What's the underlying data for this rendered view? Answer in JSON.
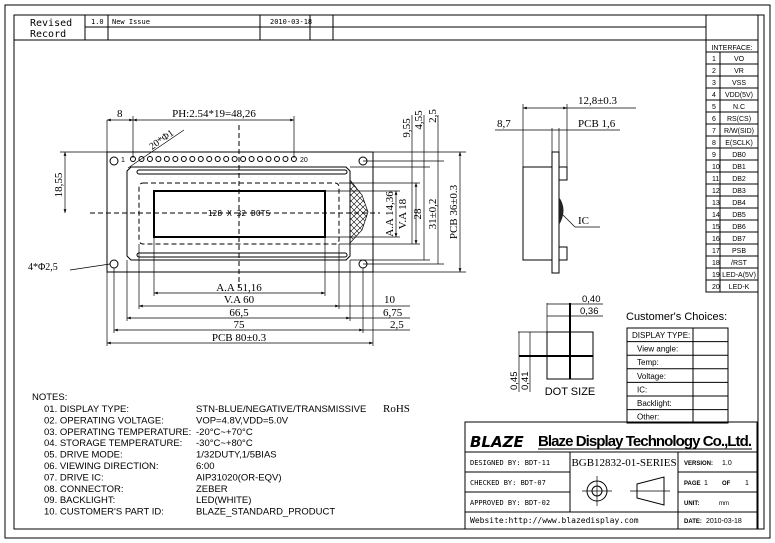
{
  "revision": {
    "label_line1": "Revised",
    "label_line2": "Record",
    "version": "1.0",
    "description": "New Issue",
    "date": "2010-03-18"
  },
  "interface": {
    "title": "INTERFACE:",
    "pins": [
      {
        "no": "1",
        "name": "VO"
      },
      {
        "no": "2",
        "name": "VR"
      },
      {
        "no": "3",
        "name": "VSS"
      },
      {
        "no": "4",
        "name": "VDD(5V)"
      },
      {
        "no": "5",
        "name": "N.C"
      },
      {
        "no": "6",
        "name": "RS(CS)"
      },
      {
        "no": "7",
        "name": "R/W(SID)"
      },
      {
        "no": "8",
        "name": "E(SCLK)"
      },
      {
        "no": "9",
        "name": "DB0"
      },
      {
        "no": "10",
        "name": "DB1"
      },
      {
        "no": "11",
        "name": "DB2"
      },
      {
        "no": "12",
        "name": "DB3"
      },
      {
        "no": "13",
        "name": "DB4"
      },
      {
        "no": "14",
        "name": "DB5"
      },
      {
        "no": "15",
        "name": "DB6"
      },
      {
        "no": "16",
        "name": "DB7"
      },
      {
        "no": "17",
        "name": "PSB"
      },
      {
        "no": "18",
        "name": "/RST"
      },
      {
        "no": "19",
        "name": "LED-A(5V)"
      },
      {
        "no": "20",
        "name": "LED-K"
      }
    ]
  },
  "front_view": {
    "display_label": "128 X 32 DOTS",
    "pin_first": "1",
    "pin_last": "20",
    "dims": {
      "left_margin": "8",
      "pitch": "PH:2.54*19=48,26",
      "pin_holes": "20*Φ1",
      "mount_holes": "4*Φ2,5",
      "left_height": "18,55",
      "aa_w": "A.A 51,16",
      "va_w": "V.A 60",
      "w_66": "66,5",
      "w_75": "75",
      "pcb_w": "PCB 80±0.3",
      "r10": "10",
      "r675": "6,75",
      "r25": "2,5",
      "v955": "9,55",
      "v455": "4,55",
      "v25": "2,5",
      "aa_h": "A.A 14,36",
      "va_h": "V.A 18",
      "h28": "28",
      "h31": "31±0,2",
      "pcb_h": "PCB 36±0.3"
    }
  },
  "side_view": {
    "depth": "12,8±0.3",
    "body": "8,7",
    "pcb": "PCB 1,6",
    "ic": "IC"
  },
  "dot_size": {
    "title": "DOT SIZE",
    "w1": "0,40",
    "w2": "0,36",
    "h1": "0,45",
    "h2": "0,41"
  },
  "customer": {
    "title": "Customer's  Choices:",
    "rows": [
      "DISPLAY TYPE:",
      "View angle:",
      "Temp:",
      "Voltage:",
      "IC:",
      "Backlight:",
      "Other:"
    ]
  },
  "notes": {
    "title": "NOTES:",
    "items": [
      {
        "label": "01. DISPLAY TYPE:",
        "value": "STN-BLUE/NEGATIVE/TRANSMISSIVE",
        "extra": "RoHS"
      },
      {
        "label": "02. OPERATING VOLTAGE:",
        "value": "VOP=4.8V,VDD=5.0V"
      },
      {
        "label": "03. OPERATING TEMPERATURE:",
        "value": "-20°C~+70°C"
      },
      {
        "label": "04. STORAGE TEMPERATURE:",
        "value": "-30°C~+80°C"
      },
      {
        "label": "05. DRIVE MODE:",
        "value": "1/32DUTY,1/5BIAS"
      },
      {
        "label": "06. VIEWING DIRECTION:",
        "value": "6:00"
      },
      {
        "label": "07. DRIVE IC:",
        "value": "AIP31020(OR-EQV)"
      },
      {
        "label": "08. CONNECTOR:",
        "value": "ZEBER"
      },
      {
        "label": "09. BACKLIGHT:",
        "value": "LED(WHITE)"
      },
      {
        "label": "10. CUSTOMER'S PART ID:",
        "value": "BLAZE_STANDARD_PRODUCT"
      }
    ]
  },
  "title_block": {
    "logo": "BLAZE",
    "company": "Blaze Display Technology Co.,Ltd.",
    "designed": "DESIGNED  BY:  BDT-11",
    "checked": "CHECKED  BY:  BDT-07",
    "approved": "APPROVED  BY: BDT-02",
    "part_no": "BGB12832-01-SERIES",
    "version_label": "VERSION:",
    "version": "1.0",
    "page_label": "PAGE",
    "page": "1",
    "of_label": "OF",
    "pages": "1",
    "unit_label": "UNIT:",
    "unit": "mm",
    "date_label": "DATE:",
    "date": "2010-03-18",
    "website": "Website:http://www.blazedisplay.com"
  }
}
